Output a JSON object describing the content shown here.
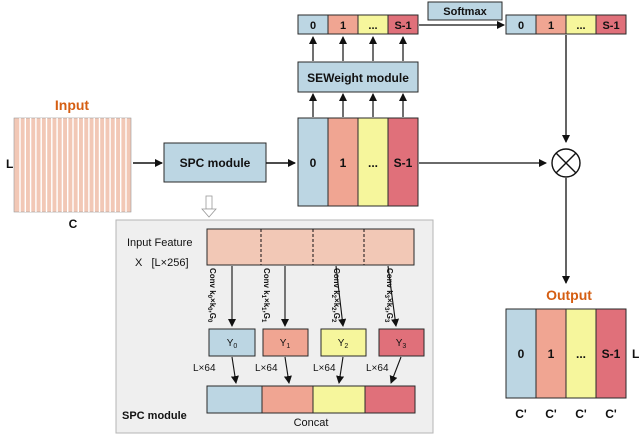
{
  "input": {
    "title": "Input",
    "l_label": "L",
    "c_label": "C"
  },
  "spc_module_label": "SPC module",
  "split_segments": [
    "0",
    "1",
    "...",
    "S-1"
  ],
  "seweight": {
    "label": "SEWeight module",
    "segments": [
      "0",
      "1",
      "...",
      "S-1"
    ]
  },
  "softmax": {
    "label": "Softmax",
    "segments": [
      "0",
      "1",
      "...",
      "S-1"
    ]
  },
  "multiply_symbol": "⊗",
  "output": {
    "title": "Output",
    "segments": [
      "0",
      "1",
      "...",
      "S-1"
    ],
    "l_label": "L",
    "c_labels": [
      "C'",
      "C'",
      "C'",
      "C'"
    ]
  },
  "detail": {
    "input_feature": "Input Feature",
    "input_shape": "X   [L×256]",
    "convs": [
      {
        "text": "Conv k",
        "sub1": "0",
        "mid": "×k",
        "sub2": "0",
        "mid2": ",G",
        "sub3": "0"
      },
      {
        "text": "Conv k",
        "sub1": "1",
        "mid": "×k",
        "sub2": "1",
        "mid2": ",G",
        "sub3": "1"
      },
      {
        "text": "Conv k",
        "sub1": "2",
        "mid": "×k",
        "sub2": "2",
        "mid2": ",G",
        "sub3": "2"
      },
      {
        "text": "Conv k",
        "sub1": "3",
        "mid": "×k",
        "sub2": "3",
        "mid2": ",G",
        "sub3": "3"
      }
    ],
    "y_labels": [
      {
        "main": "Y",
        "sub": "0"
      },
      {
        "main": "Y",
        "sub": "1"
      },
      {
        "main": "Y",
        "sub": "2"
      },
      {
        "main": "Y",
        "sub": "3"
      }
    ],
    "dim_labels": [
      "L×64",
      "L×64",
      "L×64",
      "L×64"
    ],
    "concat_label": "Concat",
    "module_label": "SPC module"
  },
  "colors": {
    "blue": "#bcd6e3",
    "salmon": "#f0a592",
    "yellow": "#f6f69c",
    "red": "#e0707a",
    "input_fill": "#f2c8b6",
    "spc_fill": "#bcd6e3",
    "detail_panel": "#efefef",
    "accent_orange": "#d55e12"
  }
}
